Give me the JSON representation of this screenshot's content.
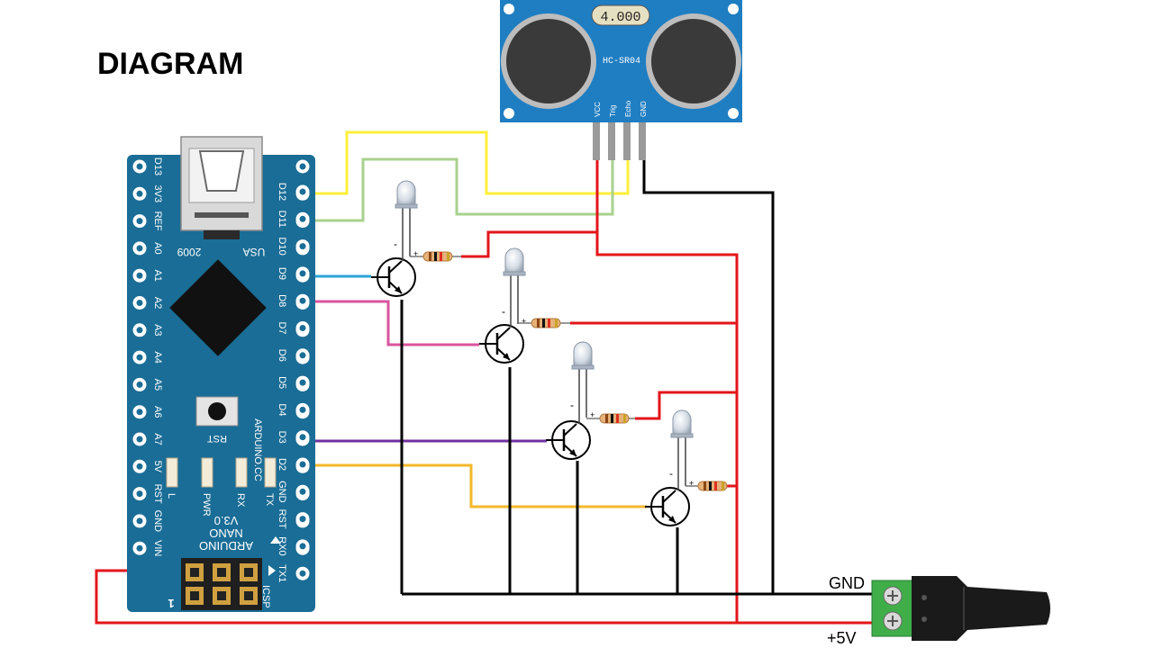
{
  "title": "DIAGRAM",
  "power_labels": {
    "gnd": "GND",
    "vcc": "+5V"
  },
  "sensor": {
    "display": "4.000",
    "model": "HC-SR04",
    "pins": [
      "VCC",
      "Trig",
      "Echo",
      "GND"
    ]
  },
  "board": {
    "left_pins": [
      "D13",
      "3V3",
      "REF",
      "A0",
      "A1",
      "A2",
      "A3",
      "A4",
      "A5",
      "A6",
      "A7",
      "5V",
      "RST",
      "GND",
      "VIN"
    ],
    "right_pins": [
      "D12",
      "D11",
      "D10",
      "D9",
      "D8",
      "D7",
      "D6",
      "D5",
      "D4",
      "D3",
      "D2",
      "GND",
      "RST",
      "RX0",
      "TX1"
    ],
    "usb_year": "2009",
    "usb_country": "USA",
    "silk_lines": [
      "ARDUINO",
      "NANO",
      "V3.0"
    ],
    "site": "ARDUINO.CC",
    "reset_label": "RST",
    "led_labels": [
      "L",
      "PWR",
      "RX",
      "TX"
    ],
    "icsp_label": "ICSP",
    "icsp_pin1": "1"
  },
  "led_marks": {
    "minus": "-",
    "plus": "+"
  },
  "colors": {
    "board": "#1a6d96",
    "sensor": "#1f7ec2",
    "yellow_wire": "#ffef3a",
    "green_wire": "#a9d18e",
    "blue_wire": "#29a6d6",
    "pink_wire": "#d9549e",
    "purple_wire": "#7030a0",
    "orange_wire": "#f2b92a",
    "red_wire": "#e3161b",
    "black_wire": "#000000"
  }
}
